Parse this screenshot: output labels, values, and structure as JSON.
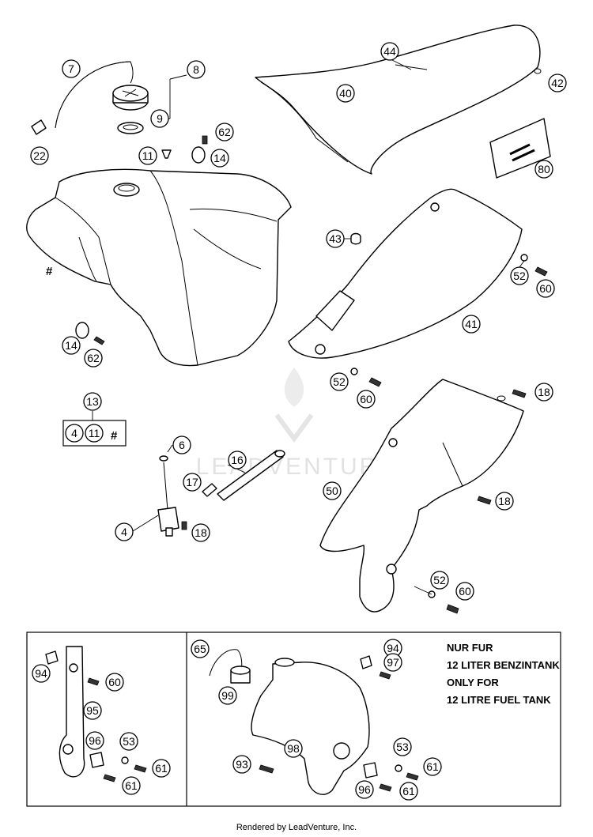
{
  "watermark": "LEADVENTURE",
  "footer": "Rendered by LeadVenture, Inc.",
  "inset_note": [
    "NUR FUR",
    "12 LITER BENZINTANK",
    "ONLY FOR",
    "12 LITRE FUEL TANK"
  ],
  "hash_symbol": "#",
  "callouts": {
    "c7": "7",
    "c8": "8",
    "c9": "9",
    "c22": "22",
    "c11a": "11",
    "c62a": "62",
    "c14a": "14",
    "c44": "44",
    "c40": "40",
    "c42": "42",
    "c80": "80",
    "c43": "43",
    "c52a": "52",
    "c60a": "60",
    "c41": "41",
    "c14b": "14",
    "c62b": "62",
    "c52b": "52",
    "c60b": "60",
    "c18a": "18",
    "c13": "13",
    "c4a": "4",
    "c11b": "11",
    "c6": "6",
    "c16": "16",
    "c17": "17",
    "c4b": "4",
    "c18b": "18",
    "c50": "50",
    "c18c": "18",
    "c52c": "52",
    "c60c": "60",
    "c94a": "94",
    "c60d": "60",
    "c95": "95",
    "c96a": "96",
    "c53a": "53",
    "c61a": "61",
    "c61b": "61",
    "c65": "65",
    "c94b": "94",
    "c97": "97",
    "c99": "99",
    "c98": "98",
    "c93": "93",
    "c53b": "53",
    "c61c": "61",
    "c96b": "96",
    "c61d": "61"
  }
}
